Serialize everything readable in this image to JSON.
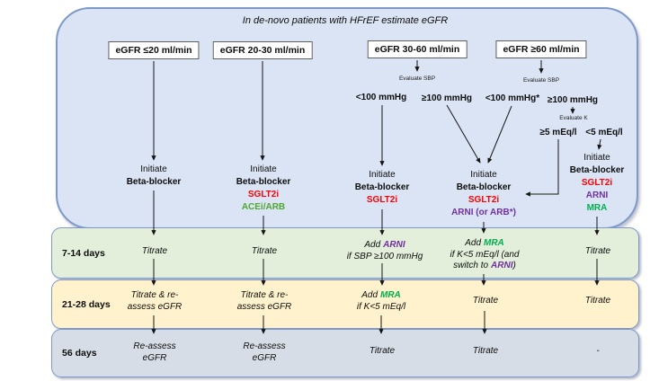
{
  "colors": {
    "container_fill": "#dbe4f4",
    "border_blue": "#7d99c9",
    "band_7_14_fill": "#e3efda",
    "band_21_28_fill": "#fff2cc",
    "band_56_fill": "#d7dde6",
    "sglt2i_red": "#ff0000",
    "arni_purple": "#7030a0",
    "mra_green": "#00b050",
    "acei_arb_green": "#4ea72e"
  },
  "flow": {
    "title": "In de-novo patients with HFrEF estimate eGFR",
    "egfr_boxes": [
      {
        "label": "eGFR ≤20 ml/min"
      },
      {
        "label": "eGFR 20-30 ml/min"
      },
      {
        "label": "eGFR 30-60 ml/min"
      },
      {
        "label": "eGFR ≥60 ml/min"
      }
    ],
    "decisions": {
      "sbp_30_60": {
        "label": "Evaluate SBP",
        "low": "<100 mmHg",
        "high": "≥100 mmHg"
      },
      "sbp_60": {
        "label": "Evaluate SBP",
        "low": "<100 mmHg*",
        "high": "≥100 mmHg"
      },
      "k_60": {
        "label": "Evaluate K",
        "high": "≥5 mEq/l",
        "low": "<5 mEq/l"
      }
    },
    "initiate": {
      "col1": {
        "line1": "Initiate",
        "line2": "Beta-blocker"
      },
      "col2": {
        "line1": "Initiate",
        "line2": "Beta-blocker",
        "line3": "SGLT2i",
        "line4": "ACEi/ARB"
      },
      "col3": {
        "line1": "Initiate",
        "line2": "Beta-blocker",
        "line3": "SGLT2i"
      },
      "col4": {
        "line1": "Initiate",
        "line2": "Beta-blocker",
        "line3": "SGLT2i",
        "line4": "ARNI (or ARB*)"
      },
      "col5": {
        "line1": "Initiate",
        "line2": "Beta-blocker",
        "line3": "SGLT2i",
        "line4": "ARNI",
        "line5": "MRA"
      }
    },
    "bands": {
      "b1": {
        "label": "7-14 days",
        "c1": "Titrate",
        "c2": "Titrate",
        "c3_add": "Add",
        "c3_drug": "ARNI",
        "c3_line2": "if SBP ≥100 mmHg",
        "c4_add": "Add",
        "c4_drug": "MRA",
        "c4_line2": "if K<5 mEq/l (and",
        "c4_line3_pre": "switch to",
        "c4_line3_drug": "ARNI",
        "c4_line3_post": ")",
        "c5": "Titrate"
      },
      "b2": {
        "label": "21-28 days",
        "c1_line1": "Titrate & re-",
        "c1_line2": "assess eGFR",
        "c2_line1": "Titrate & re-",
        "c2_line2": "assess eGFR",
        "c3_add": "Add",
        "c3_drug": "MRA",
        "c3_line2": "if K<5 mEq/l",
        "c4": "Titrate",
        "c5": "Titrate"
      },
      "b3": {
        "label": "56 days",
        "c1_line1": "Re-assess",
        "c1_line2": "eGFR",
        "c2_line1": "Re-assess",
        "c2_line2": "eGFR",
        "c3": "Titrate",
        "c4": "Titrate",
        "c5": "-"
      }
    }
  }
}
